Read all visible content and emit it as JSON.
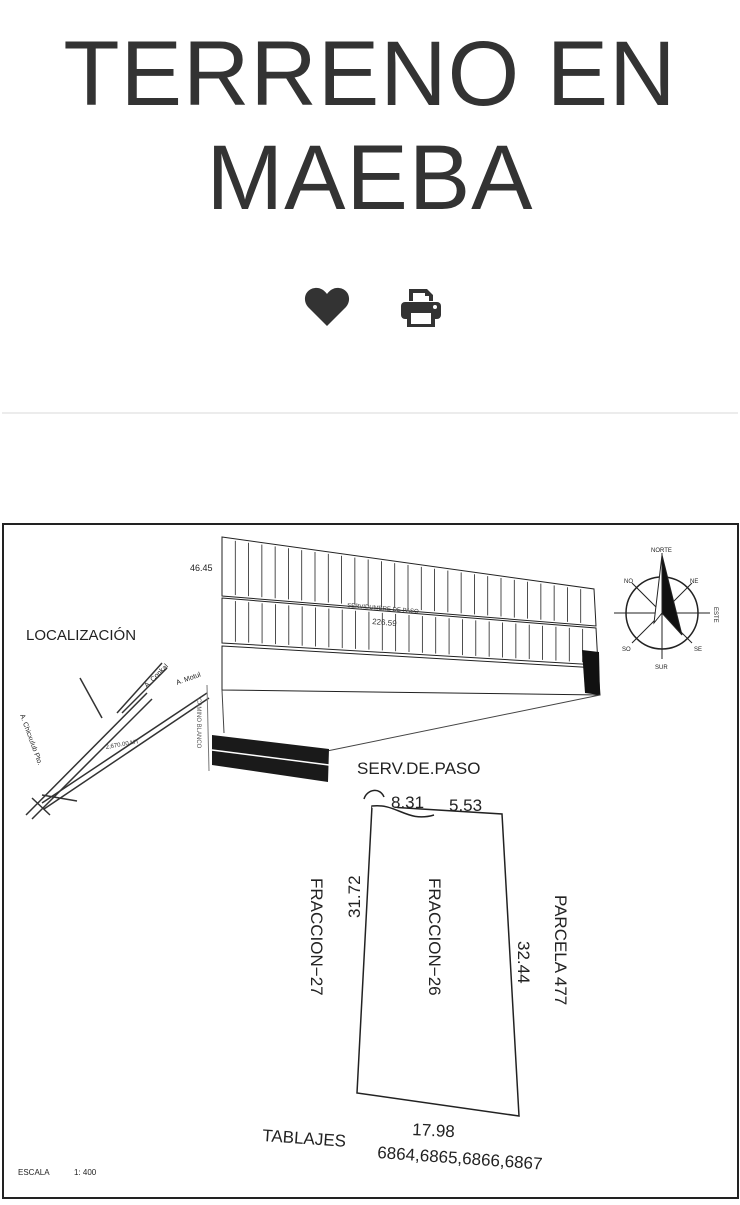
{
  "page": {
    "title_line1": "TERRENO EN",
    "title_line2": "MAEBA",
    "favorite_icon": "heart-icon",
    "print_icon": "printer-icon",
    "text_color": "#333333"
  },
  "plan": {
    "localizacion": "LOCALIZACIÓN",
    "serv_paso": "SERV.DE.PASO",
    "top_left": "8.31",
    "top_right": "5.53",
    "left_side": "31.72",
    "right_side": "32.44",
    "bottom_side": "17.98",
    "fraccion_27": "FRACCION−27",
    "fraccion_26": "FRACCION−26",
    "parcela": "PARCELA 477",
    "tablajes": "TABLAJES",
    "tablajes_nums": "6864,6865,6866,6867",
    "escala_label": "ESCALA",
    "escala_value": "1: 400",
    "dim_4645": "46.45",
    "serv_paso_small": "SERVIDUMBRE DE PASO",
    "dim_22659": "226.59",
    "camino_blanco": "CAMINO BLANCO",
    "road_dist": "2,670.00 MT",
    "a_motul": "A. Motul",
    "a_conkal": "A. Conkal",
    "a_chicxulub": "A. Chicxulub Pto.",
    "norte": "NORTE",
    "sur": "SUR",
    "este": "ESTE",
    "no": "NO",
    "ne": "NE",
    "so": "SO",
    "se": "SE"
  }
}
